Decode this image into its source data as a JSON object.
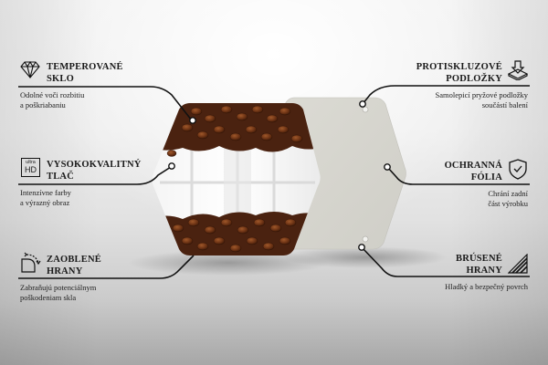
{
  "features": {
    "left": [
      {
        "icon": "diamond-icon",
        "title_line1": "TEMPEROVANÉ",
        "title_line2": "SKLO",
        "desc_line1": "Odolné voči rozbitiu",
        "desc_line2": "a poškriabaniu"
      },
      {
        "icon": "ultra-hd-icon",
        "icon_text_top": "ultra",
        "icon_text_bottom": "HD",
        "title_line1": "VYSOKOKVALITNÝ",
        "title_line2": "TLAČ",
        "desc_line1": "Intenzívne farby",
        "desc_line2": "a výrazný obraz"
      },
      {
        "icon": "rounded-corner-icon",
        "title_line1": "ZAOBLENÉ",
        "title_line2": "HRANY",
        "desc_line1": "Zabraňujú potenciálnym",
        "desc_line2": "poškodeniam skla"
      }
    ],
    "right": [
      {
        "icon": "anti-slip-pad-icon",
        "title_line1": "PROTISKLUZOVÉ",
        "title_line2": "PODLOŽKY",
        "desc_line1": "Samolepicí pryžové podložky",
        "desc_line2": "součástí balení"
      },
      {
        "icon": "shield-check-icon",
        "title_line1": "OCHRANNÁ",
        "title_line2": "FÓLIA",
        "desc_line1": "Chrání zadní",
        "desc_line2": "část výrobku"
      },
      {
        "icon": "sanded-edge-icon",
        "title_line1": "BRÚSENÉ",
        "title_line2": "HRANY",
        "desc_line1": "Hladký a bezpečný povrch",
        "desc_line2": ""
      }
    ]
  },
  "product": {
    "front_image": "coffee-beans-hexagon",
    "back_panel_color": "#d4d3cc"
  }
}
